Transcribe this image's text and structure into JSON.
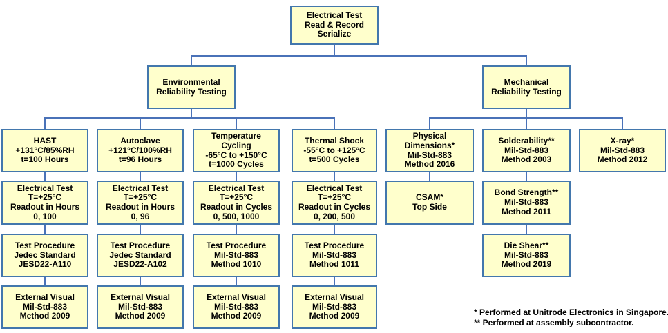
{
  "diagram_title": "Reliability Testing Flowchart",
  "colors": {
    "box_fill": "#FFFFCC",
    "box_border": "#4377AD",
    "connector_line": "#4A72B8",
    "text": "#000000",
    "background": "#FFFFFF"
  },
  "root_box": {
    "text": "Electrical Test\nRead & Record\nSerialize"
  },
  "branches": {
    "environmental": {
      "text": "Environmental\nReliability Testing"
    },
    "mechanical": {
      "text": "Mechanical\nReliability Testing"
    }
  },
  "columns": [
    {
      "name": "hast",
      "branch": "environmental",
      "boxes": [
        {
          "text": "HAST\n+131°C/85%RH\nt=100 Hours"
        },
        {
          "text": "Electrical Test\nT=+25°C\nReadout in Hours\n0, 100"
        },
        {
          "text": "Test Procedure\nJedec Standard\nJESD22-A110"
        },
        {
          "text": "External Visual\nMil-Std-883\nMethod 2009"
        }
      ]
    },
    {
      "name": "autoclave",
      "branch": "environmental",
      "boxes": [
        {
          "text": "Autoclave\n+121°C/100%RH\nt=96 Hours"
        },
        {
          "text": "Electrical Test\nT=+25°C\nReadout in Hours\n0, 96"
        },
        {
          "text": "Test Procedure\nJedec Standard\nJESD22-A102"
        },
        {
          "text": "External Visual\nMil-Std-883\nMethod 2009"
        }
      ]
    },
    {
      "name": "temperature-cycling",
      "branch": "environmental",
      "boxes": [
        {
          "text": "Temperature Cycling\n-65°C to +150°C\nt=1000 Cycles"
        },
        {
          "text": "Electrical Test\nT=+25°C\nReadout in Cycles\n0, 500, 1000"
        },
        {
          "text": "Test Procedure\nMil-Std-883\nMethod 1010"
        },
        {
          "text": "External Visual\nMil-Std-883\nMethod 2009"
        }
      ]
    },
    {
      "name": "thermal-shock",
      "branch": "environmental",
      "boxes": [
        {
          "text": "Thermal Shock\n-55°C to +125°C\nt=500 Cycles"
        },
        {
          "text": "Electrical Test\nT=+25°C\nReadout in Cycles\n0, 200, 500"
        },
        {
          "text": "Test Procedure\nMil-Std-883\nMethod 1011"
        },
        {
          "text": "External Visual\nMil-Std-883\nMethod 2009"
        }
      ]
    },
    {
      "name": "physical-dimensions",
      "branch": "mechanical",
      "boxes": [
        {
          "text": "Physical Dimensions*\nMil-Std-883\nMethod 2016"
        },
        {
          "text": "CSAM*\nTop Side"
        }
      ]
    },
    {
      "name": "solderability",
      "branch": "mechanical",
      "boxes": [
        {
          "text": "Solderability**\nMil-Std-883\nMethod 2003"
        },
        {
          "text": "Bond Strength**\nMil-Std-883\nMethod 2011"
        },
        {
          "text": "Die Shear**\nMil-Std-883\nMethod 2019"
        }
      ]
    },
    {
      "name": "x-ray",
      "branch": "mechanical",
      "boxes": [
        {
          "text": "X-ray*\nMil-Std-883\nMethod 2012"
        }
      ]
    }
  ],
  "footnotes": [
    "* Performed at Unitrode Electronics in Singapore.",
    "** Performed at assembly subcontractor."
  ]
}
